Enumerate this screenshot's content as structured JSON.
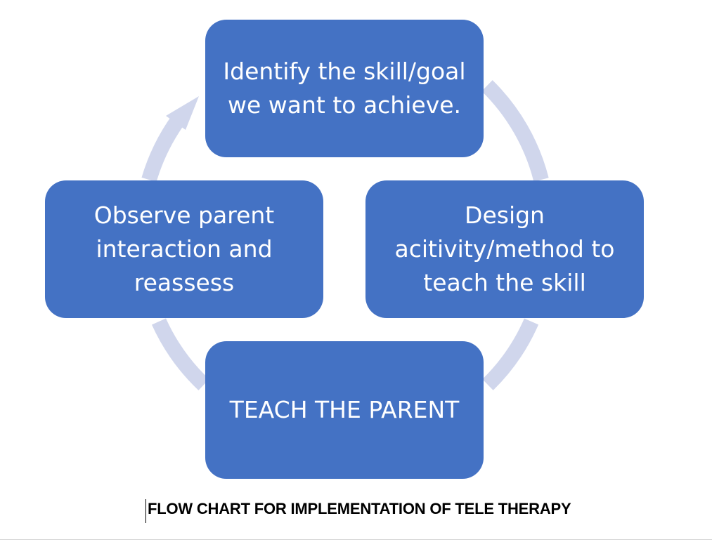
{
  "diagram": {
    "nodes": [
      {
        "id": "identify",
        "label": "Identify the skill/goal we want to achieve."
      },
      {
        "id": "design",
        "label": "Design acitivity/method to teach the skill"
      },
      {
        "id": "teach",
        "label": "TEACH THE PARENT"
      },
      {
        "id": "observe",
        "label": "Observe parent interaction and reassess"
      }
    ],
    "flow": [
      "identify",
      "design",
      "teach",
      "observe",
      "identify"
    ]
  },
  "caption": "FLOW CHART FOR IMPLEMENTATION OF TELE THERAPY",
  "colors": {
    "node_fill": "#4472c4",
    "node_text": "#ffffff",
    "cycle_arrow": "#d0d6ec",
    "caption_text": "#000000"
  }
}
